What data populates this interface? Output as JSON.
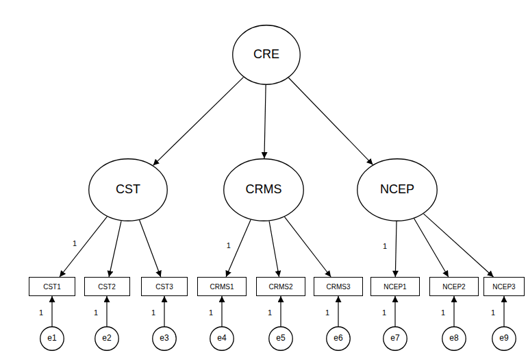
{
  "diagram": {
    "nodes": [
      {
        "text": [
          "CRE"
        ]
      },
      {
        "text": [
          "CST"
        ]
      },
      {
        "text": [
          "CRMS"
        ]
      },
      {
        "text": [
          "NCEP"
        ]
      },
      {
        "text": [
          "CST1"
        ]
      },
      {
        "text": [
          "CST2"
        ]
      },
      {
        "text": [
          "CST3"
        ]
      },
      {
        "text": [
          "CRMS1"
        ]
      },
      {
        "text": [
          "CRMS2"
        ]
      },
      {
        "text": [
          "CRMS3"
        ]
      },
      {
        "text": [
          "NCEP1"
        ]
      },
      {
        "text": [
          "NCEP2"
        ]
      },
      {
        "text": [
          "NCEP3"
        ]
      },
      {
        "text": [
          "e1"
        ]
      },
      {
        "text": [
          "e2"
        ]
      },
      {
        "text": [
          "e3"
        ]
      },
      {
        "text": [
          "e4"
        ]
      },
      {
        "text": [
          "e5"
        ]
      },
      {
        "text": [
          "e6"
        ]
      },
      {
        "text": [
          "e7"
        ]
      },
      {
        "text": [
          "e8"
        ]
      },
      {
        "text": [
          "e9"
        ]
      }
    ],
    "edges": [
      {
        "from": 0,
        "to": 1,
        "arrow": "to"
      },
      {
        "from": 0,
        "to": 2,
        "arrow": "to"
      },
      {
        "from": 0,
        "to": 3,
        "arrow": "to"
      },
      {
        "from": 1,
        "to": 4,
        "label": "1",
        "arrow": "to"
      },
      {
        "from": 1,
        "to": 5,
        "arrow": "to"
      },
      {
        "from": 1,
        "to": 6,
        "arrow": "to"
      },
      {
        "from": 2,
        "to": 7,
        "label": "1",
        "arrow": "to"
      },
      {
        "from": 2,
        "to": 8,
        "arrow": "to"
      },
      {
        "from": 2,
        "to": 9,
        "arrow": "to"
      },
      {
        "from": 3,
        "to": 10,
        "label": "1",
        "arrow": "to"
      },
      {
        "from": 3,
        "to": 11,
        "arrow": "to"
      },
      {
        "from": 3,
        "to": 12,
        "arrow": "to"
      },
      {
        "from": 13,
        "to": 4,
        "label": "1",
        "arrow": "to"
      },
      {
        "from": 14,
        "to": 5,
        "label": "1",
        "arrow": "to"
      },
      {
        "from": 15,
        "to": 6,
        "label": "1",
        "arrow": "to"
      },
      {
        "from": 16,
        "to": 7,
        "label": "1",
        "arrow": "to"
      },
      {
        "from": 17,
        "to": 8,
        "label": "1",
        "arrow": "to"
      },
      {
        "from": 18,
        "to": 9,
        "label": "1",
        "arrow": "to"
      },
      {
        "from": 19,
        "to": 10,
        "label": "1",
        "arrow": "to"
      },
      {
        "from": 20,
        "to": 11,
        "label": "1",
        "arrow": "to"
      },
      {
        "from": 21,
        "to": 12,
        "label": "1",
        "arrow": "to"
      }
    ]
  }
}
